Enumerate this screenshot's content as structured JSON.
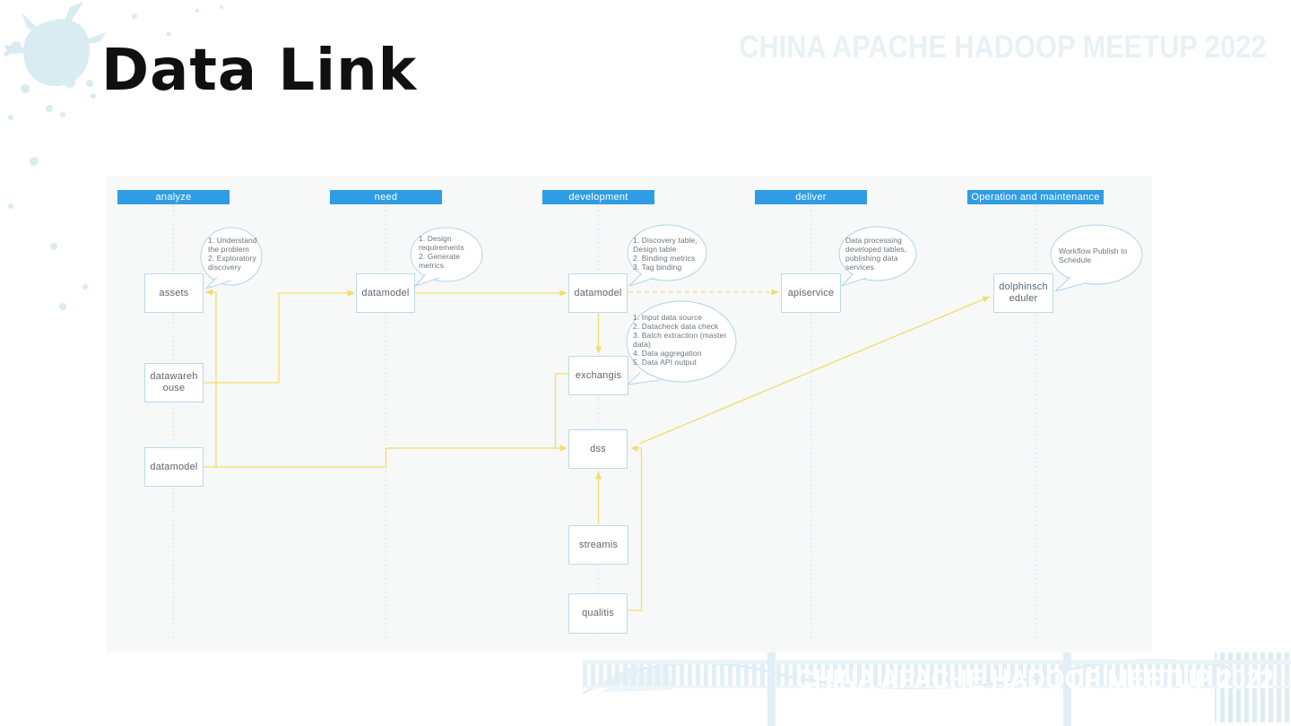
{
  "page": {
    "title": "Data Link",
    "watermark": "CHINA APACHE HADOOP MEETUP 2022"
  },
  "colors": {
    "accent_blue": "#2f9de6",
    "box_border": "#b9d9ee",
    "bubble_border": "#b0d4ec",
    "line_yellow": "#f2df6a",
    "guide_blue": "#d6e8f5",
    "panel_bg": "#f7f8f8",
    "label_gray": "#5b6670",
    "note_gray": "#6b757d",
    "splatter_blue": "#d8ecf2",
    "bridge_blue": "#e2eff7",
    "watermark_blue": "#e8f1f5"
  },
  "phases": [
    {
      "label": "analyze"
    },
    {
      "label": "need"
    },
    {
      "label": "development"
    },
    {
      "label": "deliver"
    },
    {
      "label": "Operation and maintenance"
    }
  ],
  "nodes": [
    {
      "id": "assets",
      "label": "assets"
    },
    {
      "id": "datawarehouse",
      "label": "datawarehouse"
    },
    {
      "id": "datamodel-analyze",
      "label": "datamodel"
    },
    {
      "id": "datamodel-need",
      "label": "datamodel"
    },
    {
      "id": "datamodel-dev",
      "label": "datamodel"
    },
    {
      "id": "exchangis",
      "label": "exchangis"
    },
    {
      "id": "dss",
      "label": "dss"
    },
    {
      "id": "streamis",
      "label": "streamis"
    },
    {
      "id": "qualitis",
      "label": "qualitis"
    },
    {
      "id": "apiservice",
      "label": "apiservice"
    },
    {
      "id": "dolphinscheduler",
      "label": "dolphinscheduler"
    }
  ],
  "bubbles": [
    {
      "id": "analyze-note",
      "text": "1. Understand\nthe problem\n2. Exploratory\ndiscovery"
    },
    {
      "id": "need-note",
      "text": "1. Design\nrequirements\n2. Generate\nmetrics"
    },
    {
      "id": "development-note",
      "text": "1. Discovery table,\nDesign table\n2. Binding metrics\n3. Tag binding"
    },
    {
      "id": "exchangis-note",
      "text": "1. Input data source\n2. Datacheck data check\n3. Batch extraction (master\ndata)\n4. Data aggregation\n5. Data API output"
    },
    {
      "id": "deliver-note",
      "text": "Data processing\ndeveloped tables,\npublishing data\nservices"
    },
    {
      "id": "ops-note",
      "text": "Workflow Publish to\nSchedule"
    }
  ]
}
